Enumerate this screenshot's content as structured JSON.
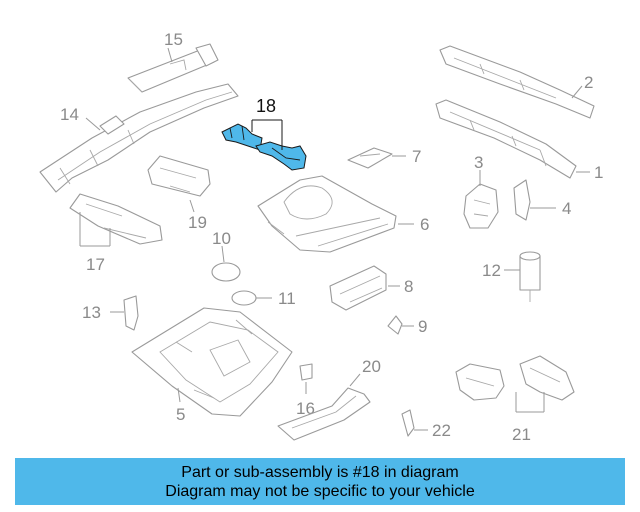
{
  "highlight_color": "#4fb8ea",
  "callouts": {
    "c1": "1",
    "c2": "2",
    "c3": "3",
    "c4": "4",
    "c5": "5",
    "c6": "6",
    "c7": "7",
    "c8": "8",
    "c9": "9",
    "c10": "10",
    "c11": "11",
    "c12": "12",
    "c13": "13",
    "c14": "14",
    "c15": "15",
    "c16": "16",
    "c17": "17",
    "c18": "18",
    "c19": "19",
    "c20": "20",
    "c21": "21",
    "c22": "22"
  },
  "banner": {
    "line1": "Part or sub-assembly is #18 in diagram",
    "line2": "Diagram may not be specific to your vehicle"
  }
}
